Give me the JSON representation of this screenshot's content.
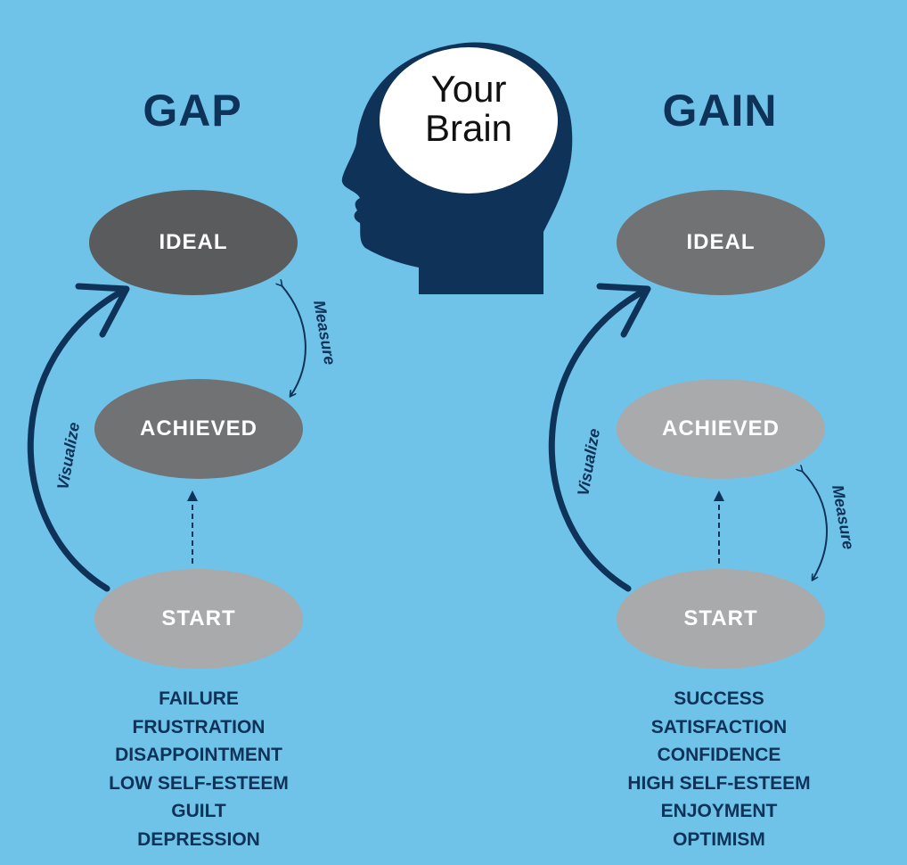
{
  "brain": {
    "line1": "Your",
    "line2": "Brain"
  },
  "colors": {
    "background": "#6fc3e8",
    "navy": "#0f3259",
    "gap_ideal": "#5a5b5d",
    "gap_achieved": "#717274",
    "start": "#a9aaac",
    "gain_ideal": "#717274",
    "gain_achieved": "#a9aaac"
  },
  "gap": {
    "title": "GAP",
    "ideal": "IDEAL",
    "achieved": "ACHIEVED",
    "start": "START",
    "visualize": "Visualize",
    "measure": "Measure",
    "outcomes": [
      "FAILURE",
      "FRUSTRATION",
      "DISAPPOINTMENT",
      "LOW SELF-ESTEEM",
      "GUILT",
      "DEPRESSION"
    ]
  },
  "gain": {
    "title": "GAIN",
    "ideal": "IDEAL",
    "achieved": "ACHIEVED",
    "start": "START",
    "visualize": "Visualize",
    "measure": "Measure",
    "outcomes": [
      "SUCCESS",
      "SATISFACTION",
      "CONFIDENCE",
      "HIGH SELF-ESTEEM",
      "ENJOYMENT",
      "OPTIMISM"
    ]
  }
}
